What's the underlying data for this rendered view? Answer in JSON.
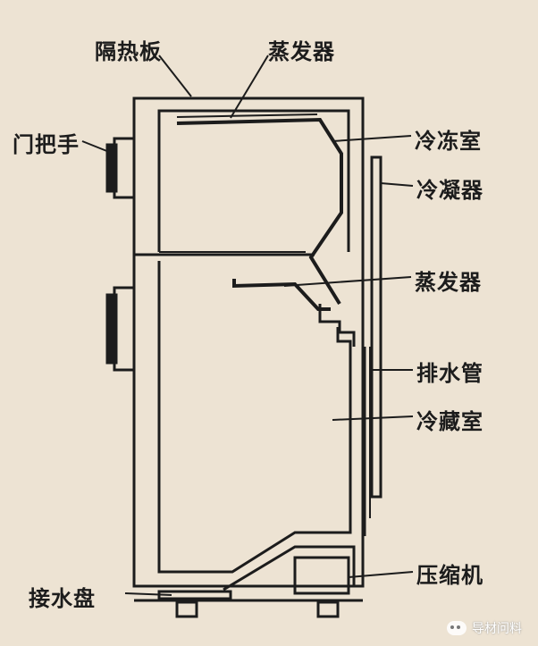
{
  "labels": {
    "insulation": "隔热板",
    "evaporator_top": "蒸发器",
    "door_handle": "门把手",
    "freezer": "冷冻室",
    "condenser": "冷凝器",
    "evaporator_mid": "蒸发器",
    "drain_pipe": "排水管",
    "fridge": "冷藏室",
    "compressor": "压缩机",
    "drip_tray": "接水盘"
  },
  "watermark": {
    "text": "导材问料",
    "icon": "wechat-icon"
  },
  "colors": {
    "background": "#ede3d3",
    "ink": "#1c1c1c"
  }
}
